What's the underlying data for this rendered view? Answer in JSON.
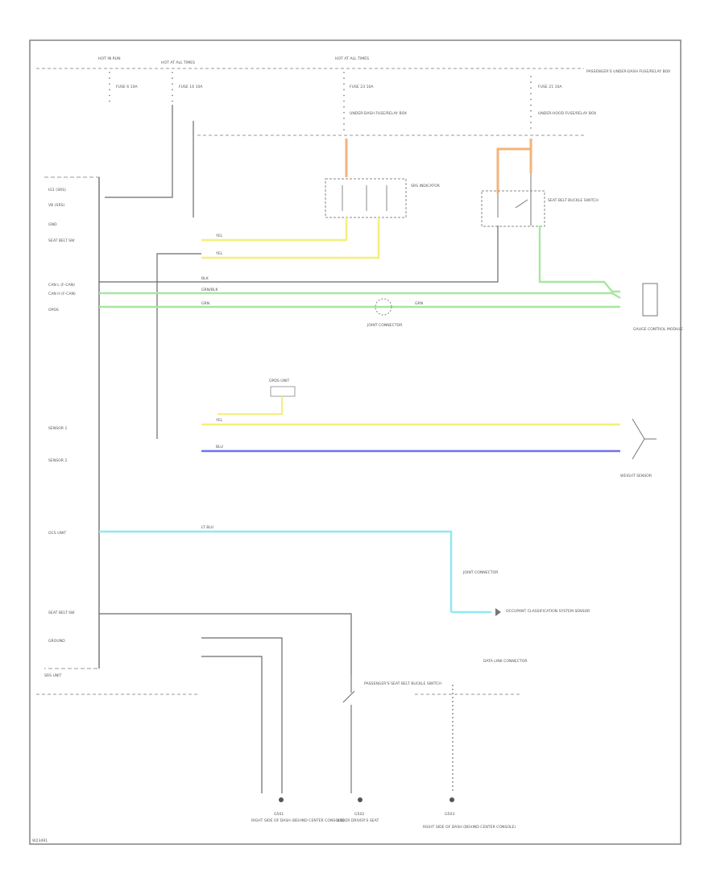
{
  "diagram": {
    "code": "W23491",
    "colors": {
      "yellow": "#f3f07a",
      "green": "#a8e6a0",
      "blue": "#6f72f0",
      "cyan": "#8fe9f2",
      "orange": "#f4b37a",
      "gray": "#6a6a6a"
    },
    "top_labels": {
      "hot_run": "HOT IN RUN",
      "hot_at_all": "HOT AT ALL TIMES",
      "hot_at_all_2": "HOT AT ALL TIMES",
      "fuse_a": "FUSE 6 10A",
      "fuse_b": "FUSE 16 10A",
      "fuse_c": "FUSE 23 10A",
      "fuse_d": "FUSE 21 10A",
      "jb_a": "UNDER-DASH FUSE/RELAY BOX",
      "jb_b": "UNDER-HOOD FUSE/RELAY BOX",
      "passenger_box": "PASSENGER'S UNDER-DASH FUSE/RELAY BOX"
    },
    "module": {
      "name": "SRS UNIT",
      "pins": [
        "IG1 (SRS)",
        "VB (SRS)",
        "GND",
        "SEAT BELT SW",
        "CAN L (F-CAN)",
        "CAN H (F-CAN)",
        "OPDS",
        "SENSOR 1",
        "SENSOR 2",
        "OCS UNIT",
        "SEAT BELT SW",
        "GROUND"
      ]
    },
    "components": {
      "gauge": "GAUGE CONTROL MODULE",
      "opds_unit": "OPDS UNIT",
      "ocs_sensor": "OCCUPANT CLASSIFICATION SYSTEM SENSOR",
      "weight_sensor": "WEIGHT SENSOR",
      "belt_buckle": "SEAT BELT BUCKLE SWITCH",
      "pass_buckle": "PASSENGER'S SEAT BELT BUCKLE SWITCH",
      "connector_1": "JOINT CONNECTOR",
      "connector_2": "JOINT CONNECTOR",
      "dlc": "DATA LINK CONNECTOR",
      "relay": "SRS INDICATOR"
    },
    "wires": {
      "yel": "YEL",
      "grn": "GRN",
      "blu": "BLU",
      "ltblu": "LT BLU",
      "blk": "BLK",
      "org": "ORG",
      "grn_blk": "GRN/BLK"
    },
    "grounds": {
      "g1": "G501",
      "g2": "G502",
      "g3": "G503",
      "g1_desc": "RIGHT SIDE OF DASH (BEHIND CENTER CONSOLE)",
      "g2_desc": "UNDER DRIVER'S SEAT",
      "g3_desc": "RIGHT SIDE OF DASH (BEHIND CENTER CONSOLE)"
    }
  }
}
